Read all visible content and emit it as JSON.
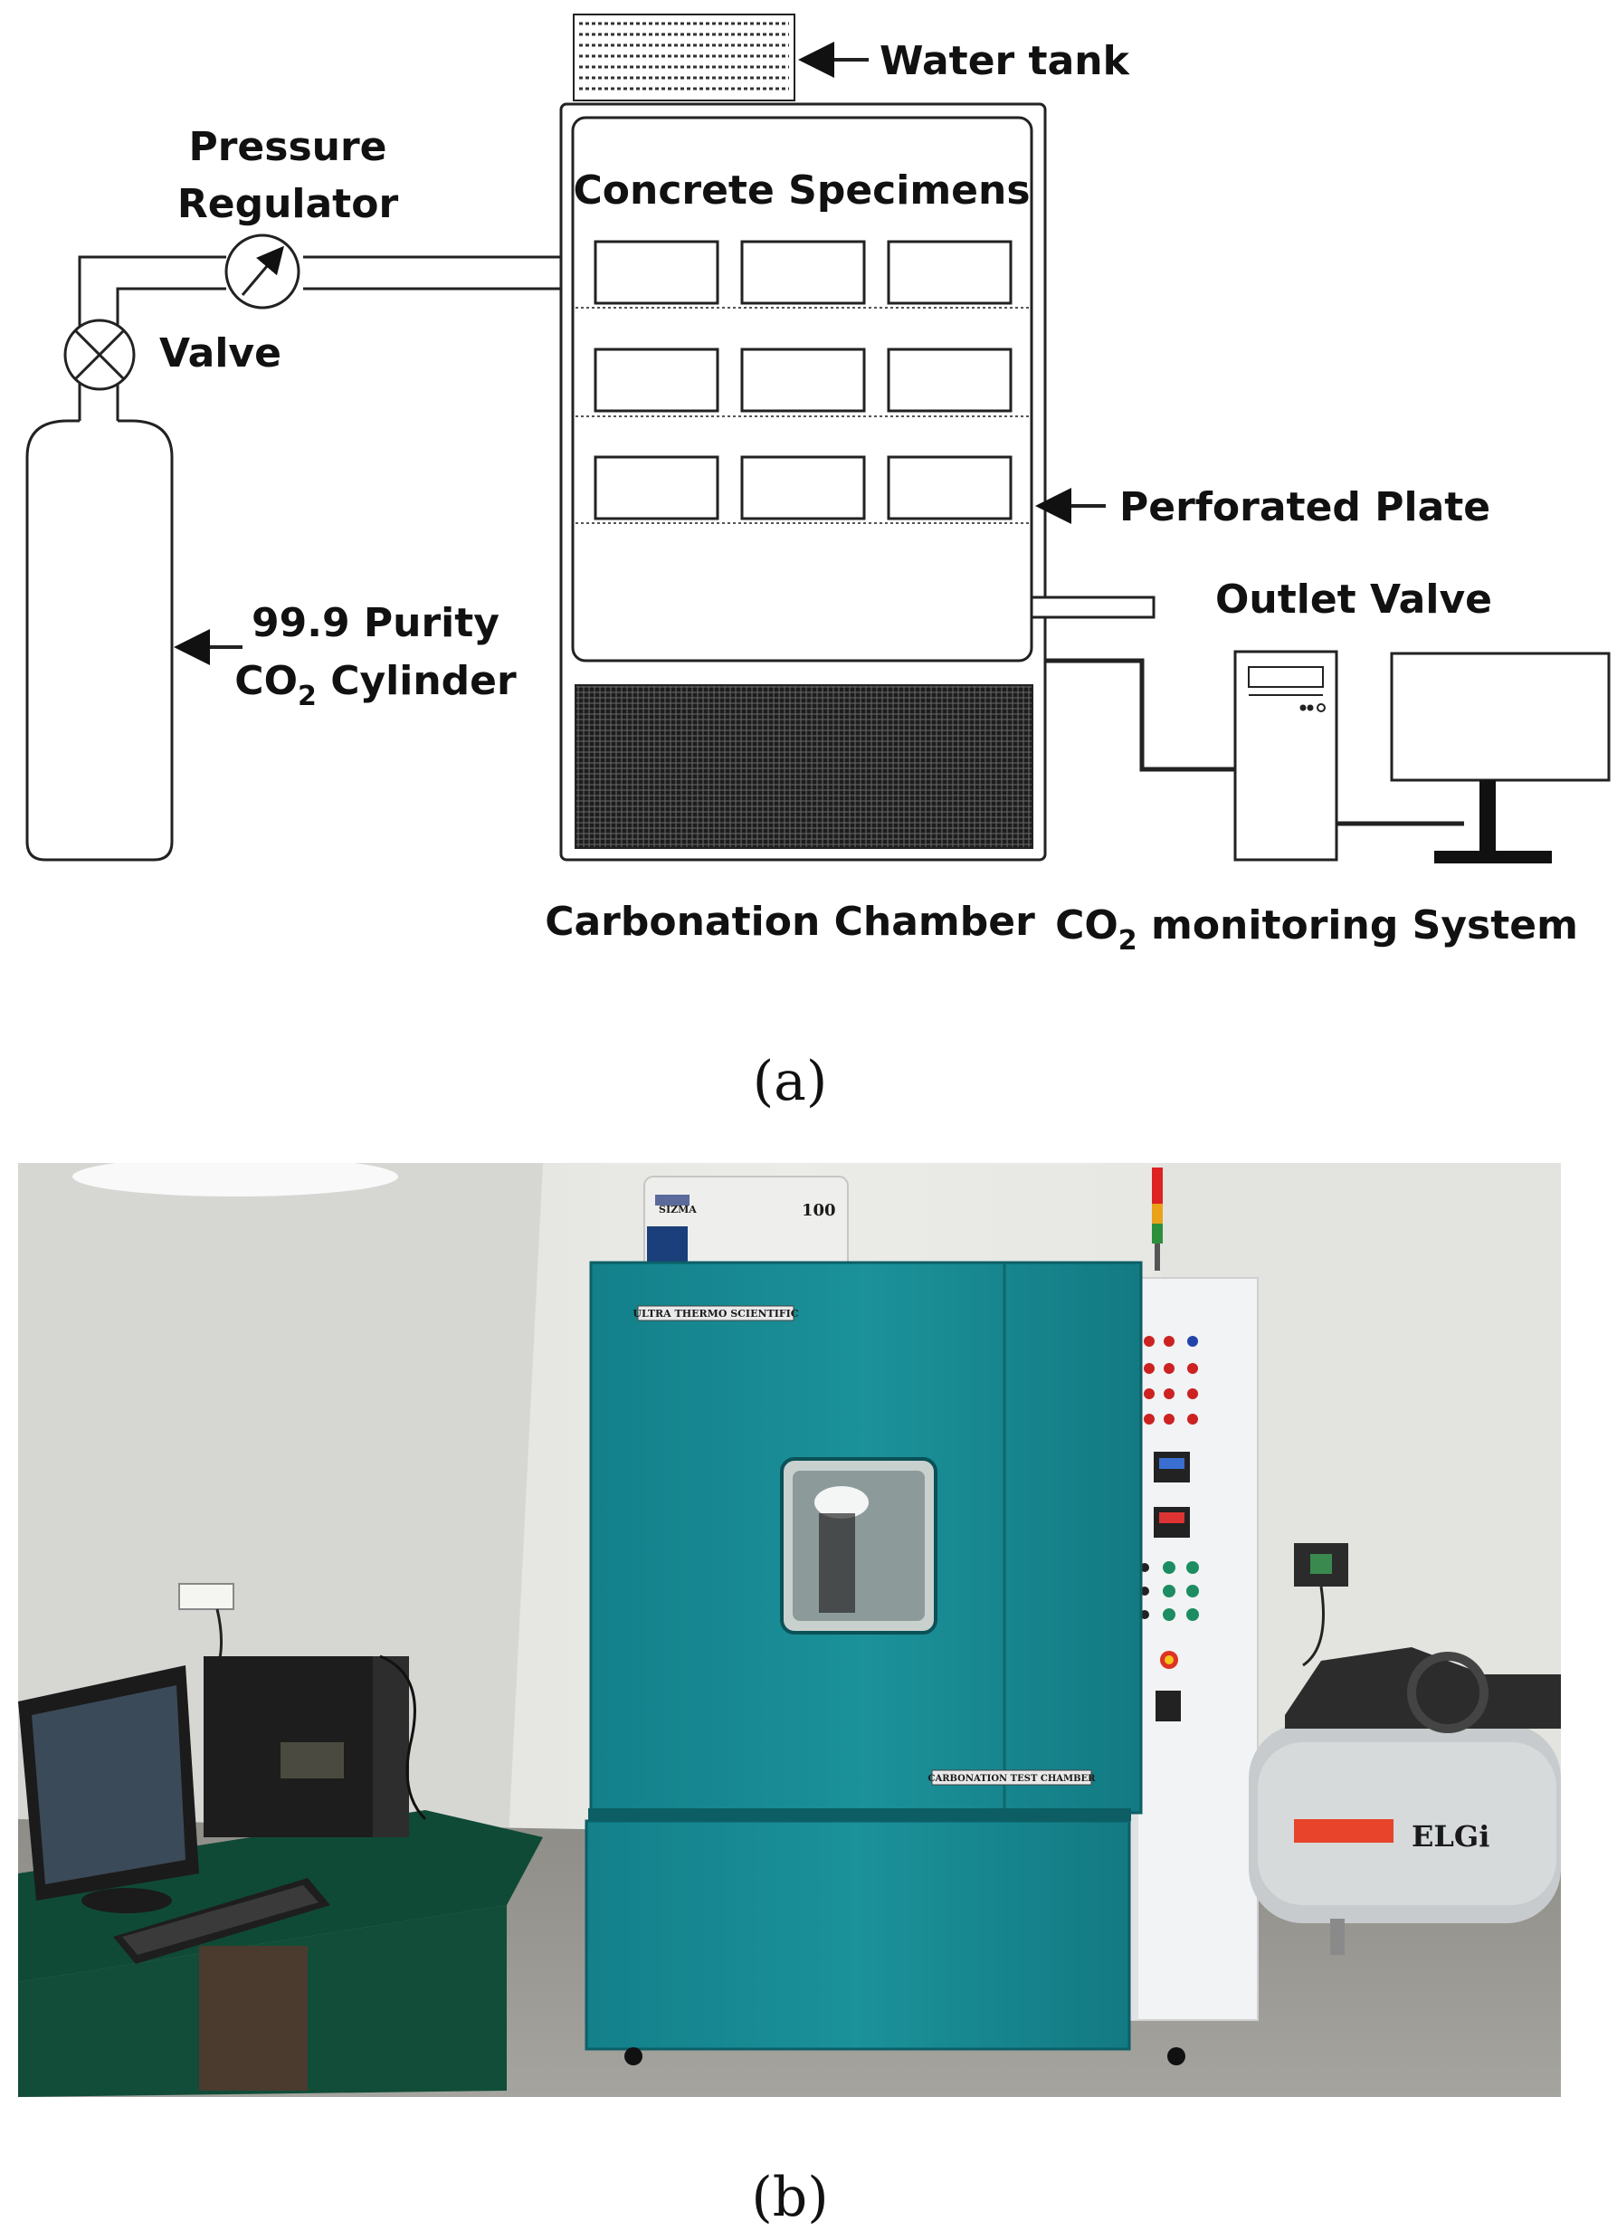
{
  "diagram": {
    "labels": {
      "water_tank": "Water tank",
      "pressure_regulator_1": "Pressure",
      "pressure_regulator_2": "Regulator",
      "concrete_specimens": "Concrete Specimens",
      "valve": "Valve",
      "perforated_plate": "Perforated Plate",
      "outlet_valve": "Outlet Valve",
      "cylinder_1": "99.9 Purity",
      "cylinder_2_prefix": "CO",
      "cylinder_2_sub": "2",
      "cylinder_2_suffix": " Cylinder",
      "carbonation_chamber": "Carbonation Chamber",
      "monitoring_prefix": "CO",
      "monitoring_sub": "2",
      "monitoring_suffix": " monitoring System"
    },
    "caption": "(a)"
  },
  "photo": {
    "brand_plate": "ULTRA THERMO SCIENTIFIC",
    "chamber_plate": "CARBONATION TEST CHAMBER",
    "tank_number": "100",
    "tank_brand": "SIZMA",
    "compressor_brand": "ELGi",
    "colors": {
      "chamber": "#1a8a91",
      "wall": "#e6e7e3",
      "floor": "#9b9a94",
      "table": "#0f4a36",
      "control_panel": "#f2f3f4"
    },
    "caption": "(b)"
  }
}
